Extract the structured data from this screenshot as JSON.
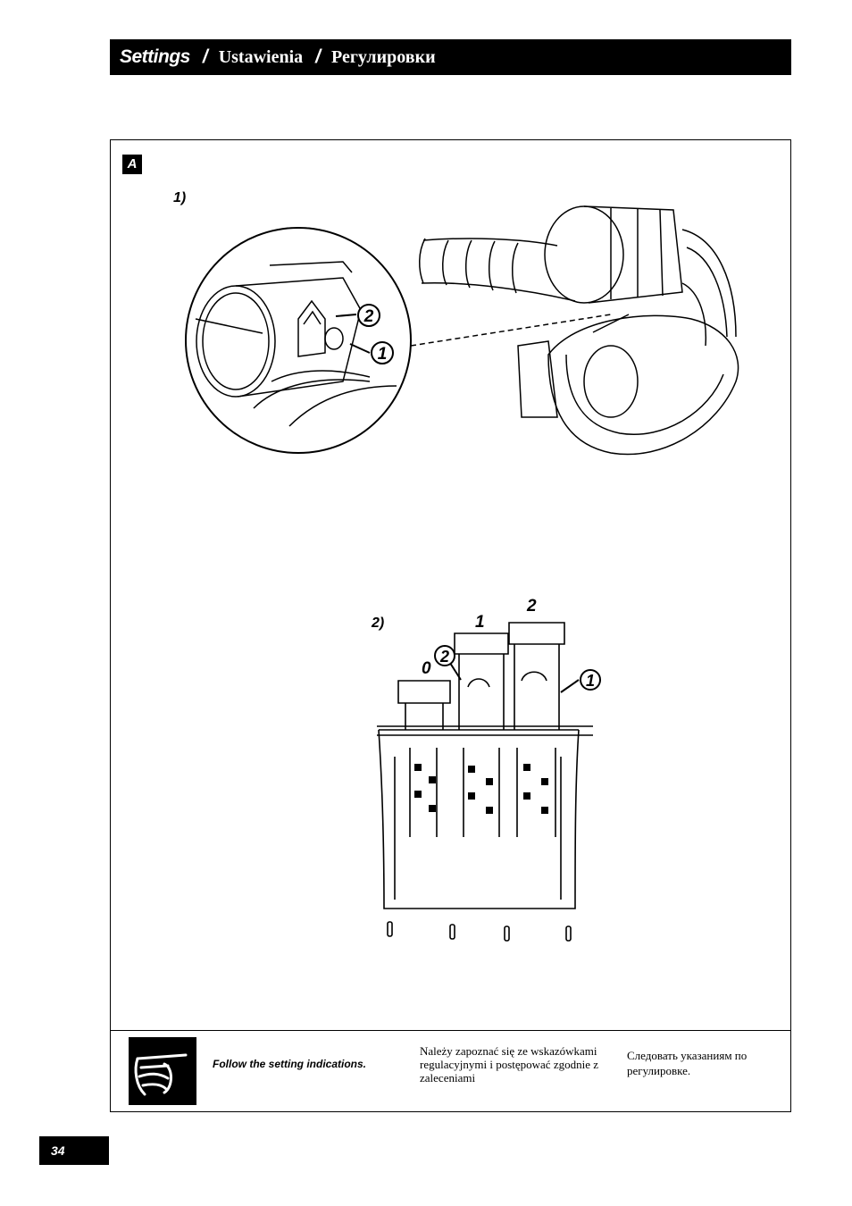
{
  "header": {
    "title_en": "Settings",
    "separator": "/",
    "title_pl": "Ustawienia",
    "title_ru": "Регулировки"
  },
  "section": {
    "label": "A",
    "step1_label": "1)",
    "step2_label": "2)"
  },
  "figure1": {
    "callout_1": "1",
    "callout_2": "2"
  },
  "figure2": {
    "position_0": "0",
    "position_1": "1",
    "position_2": "2",
    "callout_1": "1",
    "callout_2": "2"
  },
  "notes": {
    "en": "Follow the setting indications.",
    "pl": "Należy zapoznać się ze wskazówkami regulacyjnymi i postępować zgodnie z zaleceniami",
    "ru": "Следовать указаниям по регулировке."
  },
  "page_number": "34"
}
